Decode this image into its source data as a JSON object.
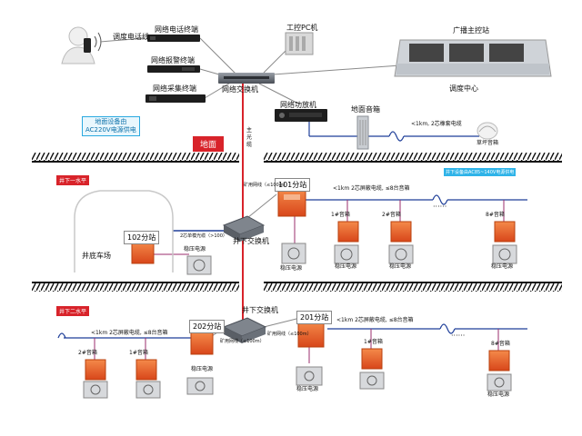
{
  "devices": {
    "phone_line": "调度电话线",
    "phone_terminal": "网络电话终端",
    "alarm_terminal": "网络报警终端",
    "collect_terminal": "网络采集终端",
    "switch": "网络交换机",
    "industrial_pc": "工控PC机",
    "control_station": "广播主控站",
    "dispatch_center": "调度中心",
    "amplifier": "网络功放机",
    "ground_speaker": "地面音箱",
    "ground_cable": "<1km, 2芯橡套电缆",
    "grass_speaker": "草坪音箱"
  },
  "labels": {
    "ac_power": [
      "地面设备由",
      "AC220V电源供电"
    ],
    "ground": "地面",
    "main_fiber": [
      "主",
      "光",
      "缆"
    ],
    "level1": "井下一水平",
    "level2": "井下二水平",
    "underground_power": "井下设备由AC85~140V电源供电"
  },
  "level1": {
    "station_101": "101分站",
    "ore_net_101": "矿用网线（≤100m）",
    "cable_101": "<1km 2芯屏蔽电缆, ≤8台音箱",
    "speakers": [
      "1#音箱",
      "2#音箱",
      "8#音箱"
    ],
    "dots": "······",
    "station_102": "102分站",
    "fiber_102": "2芯单模光缆（>100）",
    "switch": "井下交换机",
    "regulator": "稳压电源",
    "yard": "井底车场"
  },
  "level2": {
    "station_201": "201分站",
    "ore_net_201": "矿用网线（≤100m）",
    "cable_201": "<1km 2芯屏蔽电缆, ≤8台音箱",
    "speakers_201": [
      "1#音箱",
      "8#音箱"
    ],
    "dots": "······",
    "station_202": "202分站",
    "ore_net_202": "矿用网线（≤100m）",
    "cable_202": "<1km 2芯屏蔽电缆, ≤8台音箱",
    "speakers_202": [
      "2#音箱",
      "1#音箱"
    ],
    "switch": "井下交换机",
    "regulator": "稳压电源"
  },
  "colors": {
    "fiber": "#d8232a",
    "network": "#8a8a8a",
    "speaker_cable": "#1f3f99",
    "speaker_link": "#9b2d6e",
    "station_orange": "#e8571e",
    "level_tag": "#d8232a",
    "power_tag": "#2eb3e8"
  }
}
